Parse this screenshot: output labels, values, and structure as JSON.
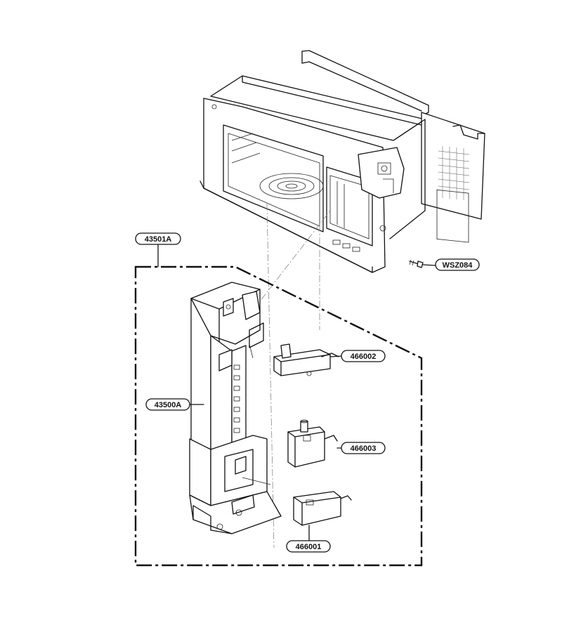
{
  "parts": {
    "door_latch_assembly": "43501A",
    "latch_board": "43500A",
    "screw": "WSZ084",
    "switch_upper": "466002",
    "switch_middle": "466003",
    "switch_lower": "466001"
  }
}
